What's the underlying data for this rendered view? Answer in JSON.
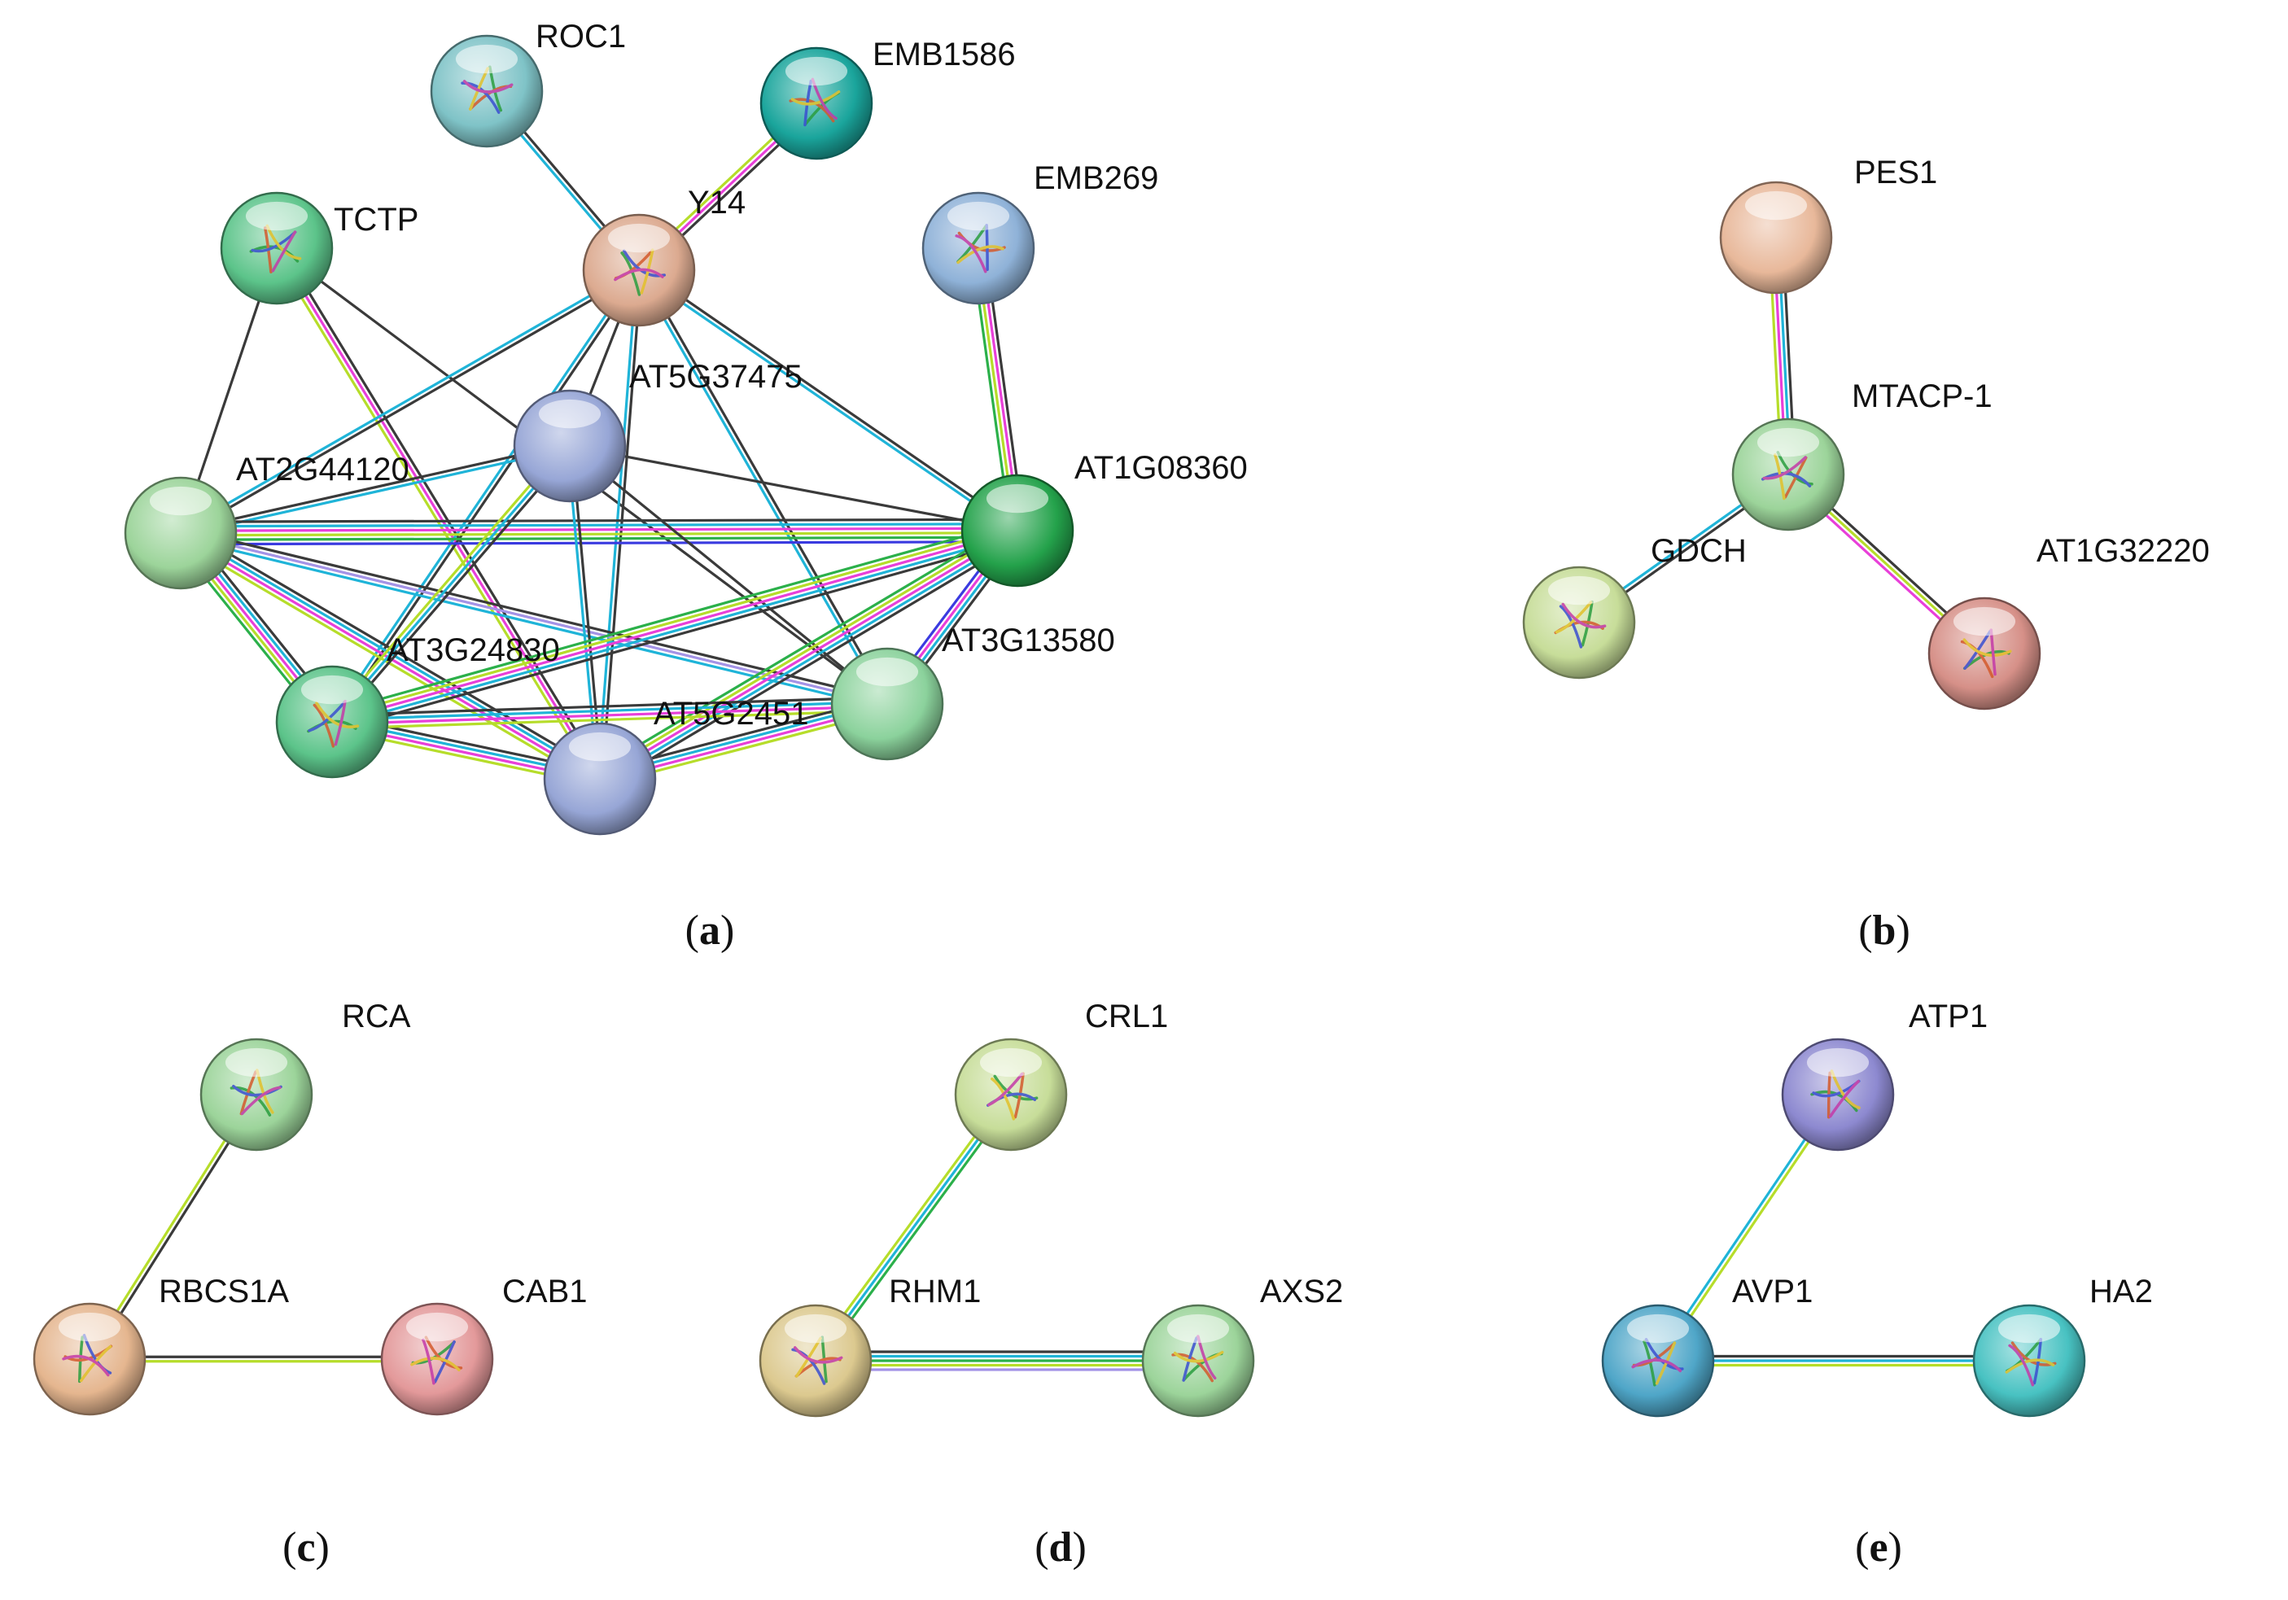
{
  "colors": {
    "black": "#3a3a3a",
    "cyan": "#1fb4d8",
    "magenta": "#e83fd9",
    "lime": "#b6dd2a",
    "green": "#2bb04a",
    "blue": "#3a3ae0",
    "lavender": "#a493e6"
  },
  "panels": [
    {
      "id": "a",
      "label": "a",
      "nodes": [
        {
          "id": "ROC1",
          "label": "ROC1",
          "color": "#7fc3c7",
          "structure": true
        },
        {
          "id": "EMB1586",
          "label": "EMB1586",
          "color": "#1aa59c",
          "structure": true
        },
        {
          "id": "TCTP",
          "label": "TCTP",
          "color": "#5cc48a",
          "structure": true
        },
        {
          "id": "Y14",
          "label": "Y14",
          "color": "#dcaa90",
          "structure": true
        },
        {
          "id": "EMB269",
          "label": "EMB269",
          "color": "#8fb2d8",
          "structure": true
        },
        {
          "id": "AT5G37475",
          "label": "AT5G37475",
          "color": "#97a6d6",
          "structure": false
        },
        {
          "id": "AT2G44120",
          "label": "AT2G44120",
          "color": "#9cd49a",
          "structure": false
        },
        {
          "id": "AT1G08360",
          "label": "AT1G08360",
          "color": "#24a24b",
          "structure": false
        },
        {
          "id": "AT3G24830",
          "label": "AT3G24830",
          "color": "#5cc48a",
          "structure": true
        },
        {
          "id": "AT3G13580",
          "label": "AT3G13580",
          "color": "#8bd29c",
          "structure": false
        },
        {
          "id": "AT5G2451",
          "label": "AT5G2451",
          "color": "#97a6d6",
          "structure": false
        }
      ]
    },
    {
      "id": "b",
      "label": "b",
      "nodes": [
        {
          "id": "PES1",
          "label": "PES1",
          "color": "#e8b89a",
          "structure": false
        },
        {
          "id": "MTACP-1",
          "label": "MTACP-1",
          "color": "#9cd49a",
          "structure": true
        },
        {
          "id": "GDCH",
          "label": "GDCH",
          "color": "#c7dd99",
          "structure": true
        },
        {
          "id": "AT1G32220",
          "label": "AT1G32220",
          "color": "#d69088",
          "structure": true
        }
      ]
    },
    {
      "id": "c",
      "label": "c",
      "nodes": [
        {
          "id": "RCA",
          "label": "RCA",
          "color": "#9cd49a",
          "structure": true
        },
        {
          "id": "RBCS1A",
          "label": "RBCS1A",
          "color": "#e5b68f",
          "structure": true
        },
        {
          "id": "CAB1",
          "label": "CAB1",
          "color": "#e3999a",
          "structure": true
        }
      ]
    },
    {
      "id": "d",
      "label": "d",
      "nodes": [
        {
          "id": "CRL1",
          "label": "CRL1",
          "color": "#c7dd99",
          "structure": true
        },
        {
          "id": "RHM1",
          "label": "RHM1",
          "color": "#dcc98f",
          "structure": true
        },
        {
          "id": "AXS2",
          "label": "AXS2",
          "color": "#9cd49a",
          "structure": true
        }
      ]
    },
    {
      "id": "e",
      "label": "e",
      "nodes": [
        {
          "id": "ATP1",
          "label": "ATP1",
          "color": "#8d89d0",
          "structure": true
        },
        {
          "id": "AVP1",
          "label": "AVP1",
          "color": "#4fa6c8",
          "structure": true
        },
        {
          "id": "HA2",
          "label": "HA2",
          "color": "#48c2c2",
          "structure": true
        }
      ]
    }
  ],
  "edges": [
    {
      "panel": "a",
      "source": "ROC1",
      "target": "Y14",
      "types": [
        "black",
        "cyan"
      ]
    },
    {
      "panel": "a",
      "source": "EMB1586",
      "target": "Y14",
      "types": [
        "black",
        "magenta",
        "lime"
      ]
    },
    {
      "panel": "a",
      "source": "TCTP",
      "target": "AT2G44120",
      "types": [
        "black"
      ]
    },
    {
      "panel": "a",
      "source": "TCTP",
      "target": "AT5G2451",
      "types": [
        "black",
        "magenta",
        "lime"
      ]
    },
    {
      "panel": "a",
      "source": "TCTP",
      "target": "AT3G13580",
      "types": [
        "black"
      ]
    },
    {
      "panel": "a",
      "source": "Y14",
      "target": "AT2G44120",
      "types": [
        "black",
        "cyan"
      ]
    },
    {
      "panel": "a",
      "source": "Y14",
      "target": "AT5G37475",
      "types": [
        "black"
      ]
    },
    {
      "panel": "a",
      "source": "Y14",
      "target": "AT3G24830",
      "types": [
        "black",
        "cyan"
      ]
    },
    {
      "panel": "a",
      "source": "Y14",
      "target": "AT1G08360",
      "types": [
        "black",
        "cyan"
      ]
    },
    {
      "panel": "a",
      "source": "Y14",
      "target": "AT3G13580",
      "types": [
        "black",
        "cyan"
      ]
    },
    {
      "panel": "a",
      "source": "Y14",
      "target": "AT5G2451",
      "types": [
        "black",
        "cyan"
      ]
    },
    {
      "panel": "a",
      "source": "EMB269",
      "target": "AT1G08360",
      "types": [
        "black",
        "magenta",
        "lime",
        "green"
      ]
    },
    {
      "panel": "a",
      "source": "AT2G44120",
      "target": "AT5G37475",
      "types": [
        "black",
        "cyan"
      ]
    },
    {
      "panel": "a",
      "source": "AT2G44120",
      "target": "AT1G08360",
      "types": [
        "black",
        "cyan",
        "magenta",
        "lime",
        "green",
        "blue"
      ]
    },
    {
      "panel": "a",
      "source": "AT2G44120",
      "target": "AT3G24830",
      "types": [
        "black",
        "cyan",
        "magenta",
        "lime",
        "green"
      ]
    },
    {
      "panel": "a",
      "source": "AT2G44120",
      "target": "AT5G2451",
      "types": [
        "black",
        "cyan",
        "magenta",
        "lime"
      ]
    },
    {
      "panel": "a",
      "source": "AT2G44120",
      "target": "AT3G13580",
      "types": [
        "black",
        "lavender",
        "cyan"
      ]
    },
    {
      "panel": "a",
      "source": "AT5G37475",
      "target": "AT1G08360",
      "types": [
        "black"
      ]
    },
    {
      "panel": "a",
      "source": "AT5G37475",
      "target": "AT3G24830",
      "types": [
        "black",
        "cyan",
        "lime"
      ]
    },
    {
      "panel": "a",
      "source": "AT5G37475",
      "target": "AT5G2451",
      "types": [
        "black",
        "cyan"
      ]
    },
    {
      "panel": "a",
      "source": "AT5G37475",
      "target": "AT3G13580",
      "types": [
        "black"
      ]
    },
    {
      "panel": "a",
      "source": "AT1G08360",
      "target": "AT3G24830",
      "types": [
        "black",
        "cyan",
        "magenta",
        "lime",
        "green"
      ]
    },
    {
      "panel": "a",
      "source": "AT1G08360",
      "target": "AT5G2451",
      "types": [
        "black",
        "cyan",
        "magenta",
        "lime",
        "green"
      ]
    },
    {
      "panel": "a",
      "source": "AT1G08360",
      "target": "AT3G13580",
      "types": [
        "black",
        "cyan",
        "magenta",
        "blue"
      ]
    },
    {
      "panel": "a",
      "source": "AT3G24830",
      "target": "AT5G2451",
      "types": [
        "black",
        "cyan",
        "magenta",
        "lime"
      ]
    },
    {
      "panel": "a",
      "source": "AT3G24830",
      "target": "AT3G13580",
      "types": [
        "black",
        "cyan",
        "magenta",
        "lime"
      ]
    },
    {
      "panel": "a",
      "source": "AT5G2451",
      "target": "AT3G13580",
      "types": [
        "black",
        "cyan",
        "magenta",
        "lime"
      ]
    },
    {
      "panel": "b",
      "source": "PES1",
      "target": "MTACP-1",
      "types": [
        "black",
        "cyan",
        "magenta",
        "lime"
      ]
    },
    {
      "panel": "b",
      "source": "MTACP-1",
      "target": "GDCH",
      "types": [
        "black",
        "cyan"
      ]
    },
    {
      "panel": "b",
      "source": "MTACP-1",
      "target": "AT1G32220",
      "types": [
        "black",
        "lime",
        "magenta"
      ]
    },
    {
      "panel": "c",
      "source": "RCA",
      "target": "RBCS1A",
      "types": [
        "black",
        "lime"
      ]
    },
    {
      "panel": "c",
      "source": "RBCS1A",
      "target": "CAB1",
      "types": [
        "black",
        "lime"
      ]
    },
    {
      "panel": "d",
      "source": "CRL1",
      "target": "RHM1",
      "types": [
        "green",
        "cyan",
        "lime"
      ]
    },
    {
      "panel": "d",
      "source": "RHM1",
      "target": "AXS2",
      "types": [
        "black",
        "cyan",
        "green",
        "lime",
        "lavender"
      ]
    },
    {
      "panel": "e",
      "source": "ATP1",
      "target": "AVP1",
      "types": [
        "lime",
        "cyan"
      ]
    },
    {
      "panel": "e",
      "source": "AVP1",
      "target": "HA2",
      "types": [
        "black",
        "cyan",
        "lime"
      ]
    }
  ]
}
